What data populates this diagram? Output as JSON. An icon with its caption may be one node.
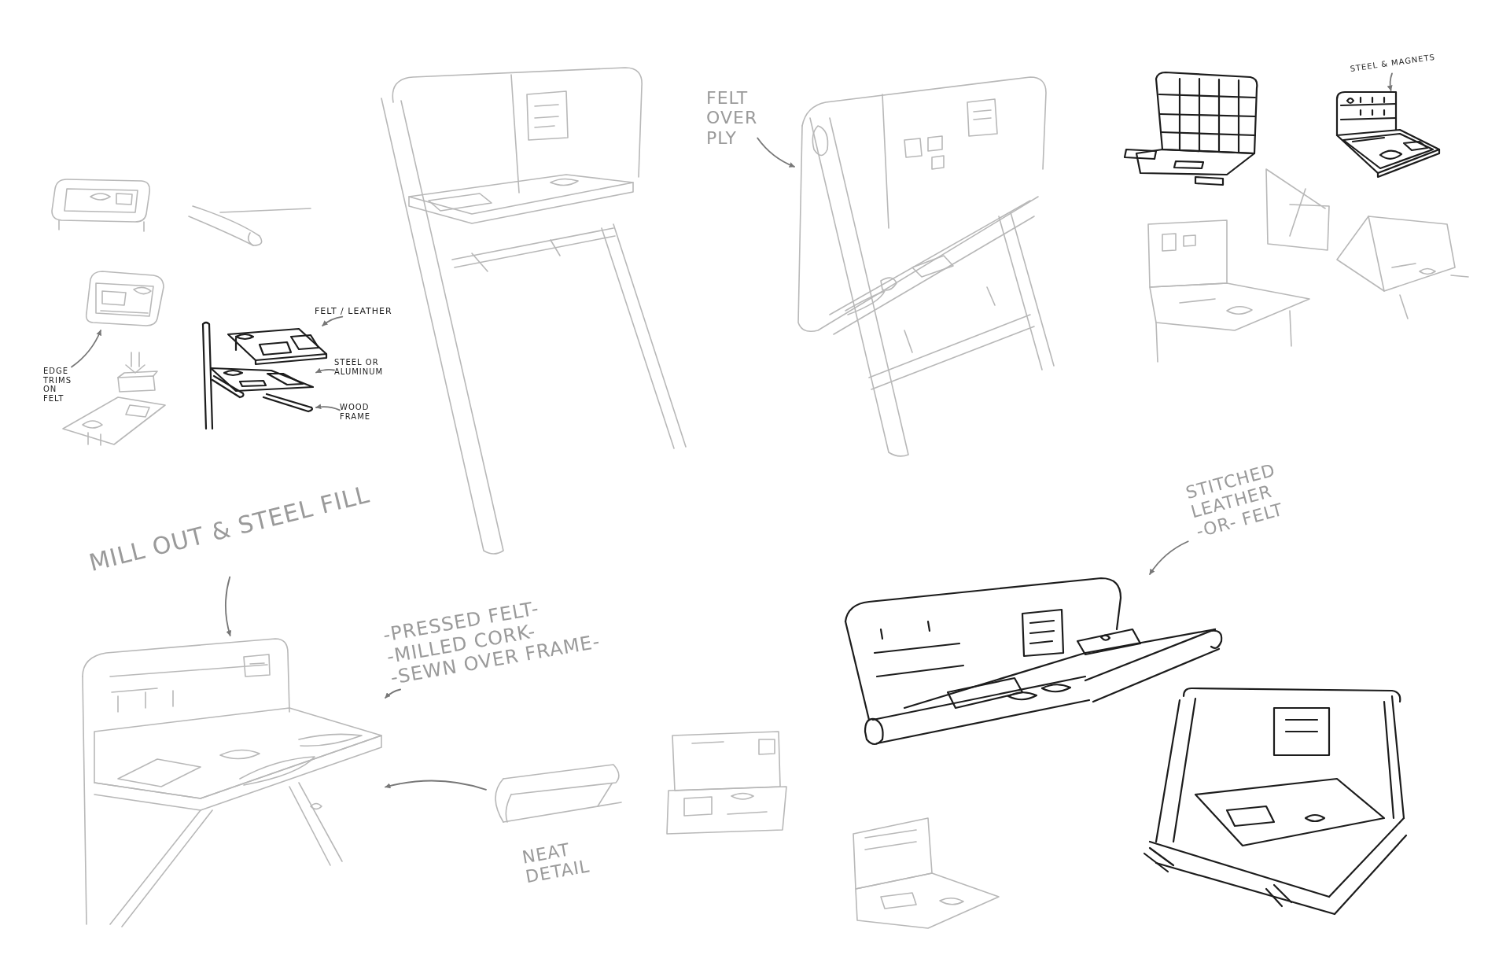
{
  "diagram": {
    "nodes": [
      {
        "text": [],
        "shape": "picture"
      },
      {
        "text": [
          "EDGE TRIMS ON FELT"
        ]
      },
      {
        "text": [],
        "shape": "picture"
      },
      {
        "text": [
          "FELT / LEATHER"
        ]
      },
      {
        "text": [],
        "shape": "picture"
      },
      {
        "text": [
          "STEEL OR ALUMINUM"
        ]
      },
      {
        "text": [],
        "shape": "picture"
      },
      {
        "text": [
          "WOOD FRAME"
        ]
      },
      {
        "text": [
          "FELT OVER PLY"
        ]
      },
      {
        "text": [],
        "shape": "picture"
      },
      {
        "text": [
          "STEEL & MAGNETS"
        ]
      },
      {
        "text": [],
        "shape": "picture"
      },
      {
        "text": [
          "MILL OUT & STEEL FILL"
        ]
      },
      {
        "text": [],
        "shape": "picture"
      },
      {
        "text": [
          "-PRESSED FELT-",
          "-MILLED CORK-",
          "-SEWN OVER FRAME-"
        ]
      },
      {
        "text": [],
        "shape": "picture",
        "beside": [
          "NEAT DETAIL"
        ]
      },
      {
        "text": [
          "STITCHED LEATHER -OR- FELT"
        ]
      },
      {
        "text": [],
        "shape": "picture"
      }
    ],
    "edges": [
      {
        "from": 1,
        "to": 0,
        "arrow": "to"
      },
      {
        "from": 3,
        "to": 2,
        "arrow": "to"
      },
      {
        "from": 5,
        "to": 4,
        "arrow": "to"
      },
      {
        "from": 7,
        "to": 6,
        "arrow": "to"
      },
      {
        "from": 8,
        "to": 9,
        "arrow": "to"
      },
      {
        "from": 10,
        "to": 11,
        "arrow": "to"
      },
      {
        "from": 12,
        "to": 13,
        "arrow": "to"
      },
      {
        "from": 14,
        "to": 13,
        "arrow": "to"
      },
      {
        "from": 15,
        "to": 13,
        "arrow": "to"
      },
      {
        "from": 16,
        "to": 17,
        "arrow": "to"
      }
    ]
  }
}
